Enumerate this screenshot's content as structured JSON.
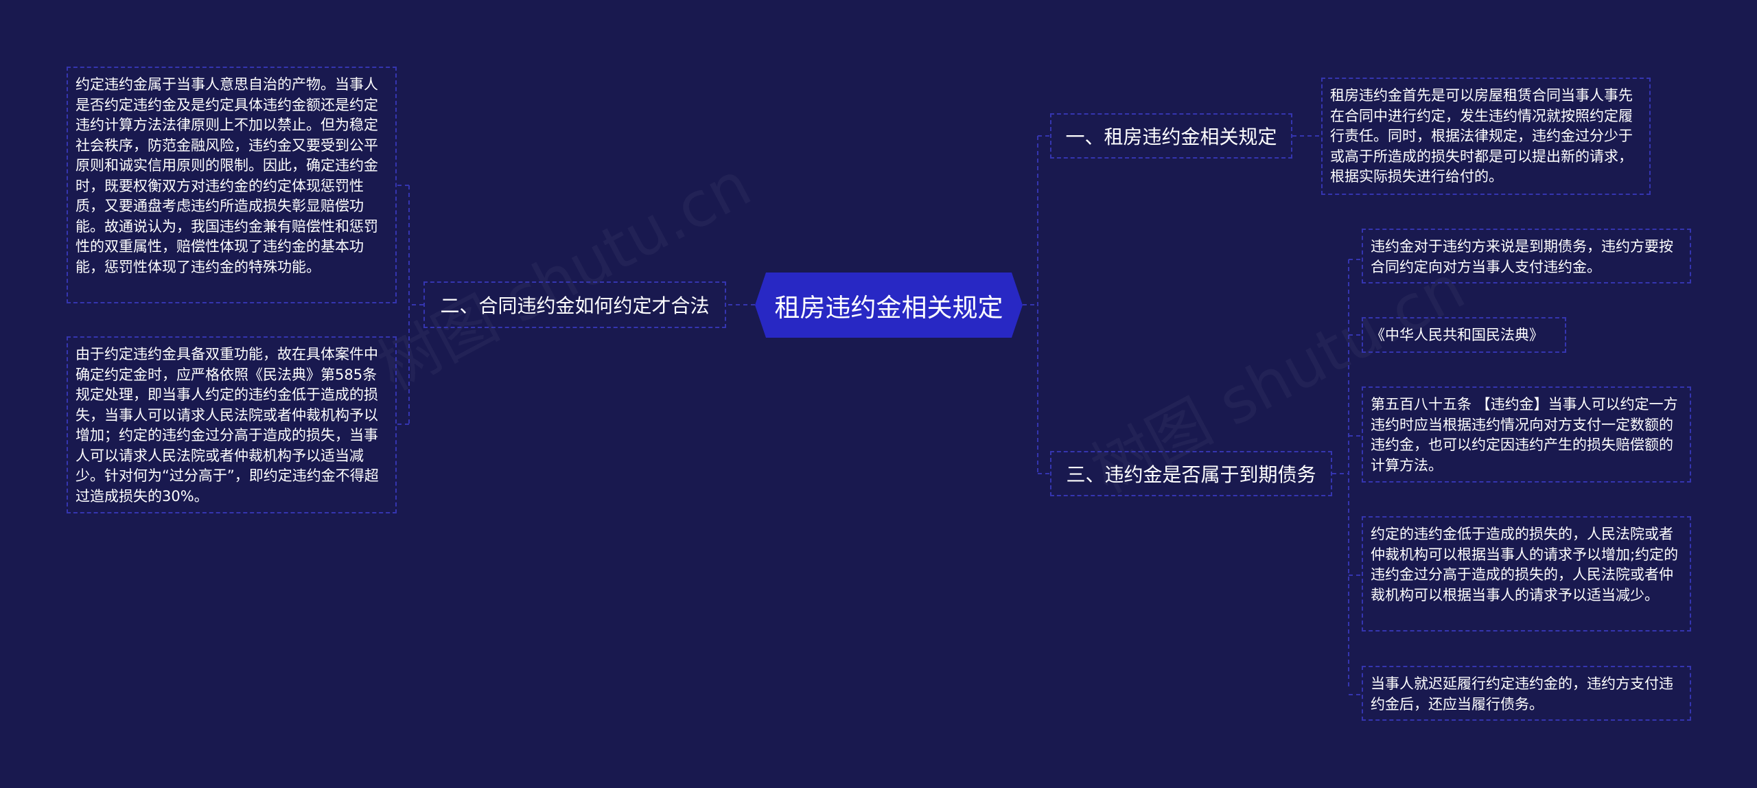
{
  "root": {
    "title": "租房违约金相关规定"
  },
  "branches": {
    "b1": {
      "label": "一、租房违约金相关规定"
    },
    "b2": {
      "label": "二、合同违约金如何约定才合法"
    },
    "b3": {
      "label": "三、违约金是否属于到期债务"
    }
  },
  "leaves": {
    "b1_l1": "租房违约金首先是可以房屋租赁合同当事人事先在合同中进行约定，发生违约情况就按照约定履行责任。同时，根据法律规定，违约金过分少于或高于所造成的损失时都是可以提出新的请求，根据实际损失进行给付的。",
    "b2_l1": "约定违约金属于当事人意思自治的产物。当事人是否约定违约金及是约定具体违约金额还是约定违约计算方法法律原则上不加以禁止。但为稳定社会秩序，防范金融风险，违约金又要受到公平原则和诚实信用原则的限制。因此，确定违约金时，既要权衡双方对违约金的约定体现惩罚性质，又要通盘考虑违约所造成损失彰显赔偿功能。故通说认为，我国违约金兼有赔偿性和惩罚性的双重属性，赔偿性体现了违约金的基本功能，惩罚性体现了违约金的特殊功能。",
    "b2_l2": "由于约定违约金具备双重功能，故在具体案件中确定约定金时，应严格依照《民法典》第585条规定处理，即当事人约定的违约金低于造成的损失，当事人可以请求人民法院或者仲裁机构予以增加；约定的违约金过分高于造成的损失，当事人可以请求人民法院或者仲裁机构予以适当减少。针对何为“过分高于”，即约定违约金不得超过造成损失的30%。",
    "b3_l1": "违约金对于违约方来说是到期债务，违约方要按合同约定向对方当事人支付违约金。",
    "b3_l2": "《中华人民共和国民法典》",
    "b3_l3": "第五百八十五条 【违约金】当事人可以约定一方违约时应当根据违约情况向对方支付一定数额的违约金，也可以约定因违约产生的损失赔偿额的计算方法。",
    "b3_l4": "约定的违约金低于造成的损失的，人民法院或者仲裁机构可以根据当事人的请求予以增加;约定的违约金过分高于造成的损失的，人民法院或者仲裁机构可以根据当事人的请求予以适当减少。",
    "b3_l5": "当事人就迟延履行约定违约金的，违约方支付违约金后，还应当履行债务。"
  },
  "colors": {
    "background": "#19194f",
    "root": "#2828c4",
    "connector": "#3535b0",
    "text": "#ffffff"
  }
}
